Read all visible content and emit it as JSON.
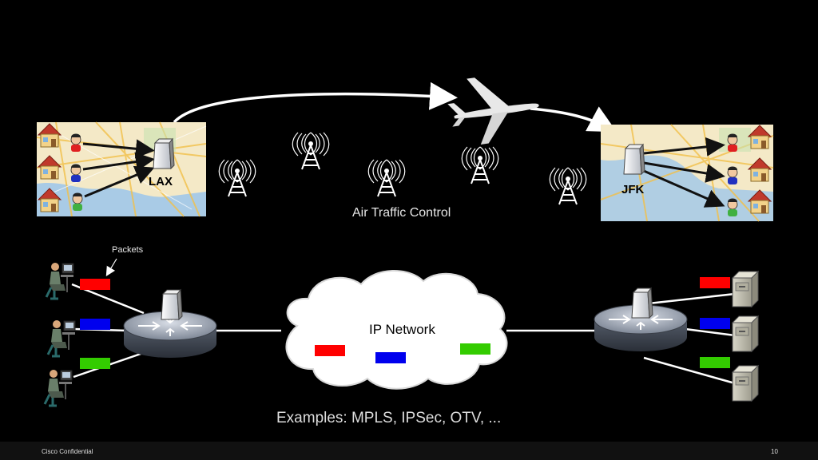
{
  "air": {
    "origin": "LAX",
    "destination": "JFK",
    "caption": "Air Traffic Control"
  },
  "network": {
    "packets_label": "Packets",
    "cloud_label": "IP Network",
    "examples": "Examples: MPLS, IPSec, OTV, ..."
  },
  "footer": {
    "confidential": "Cisco Confidential",
    "page": "10"
  },
  "colors": {
    "packet_red": "#ff0000",
    "packet_blue": "#0000ee",
    "packet_green": "#33cc00"
  }
}
